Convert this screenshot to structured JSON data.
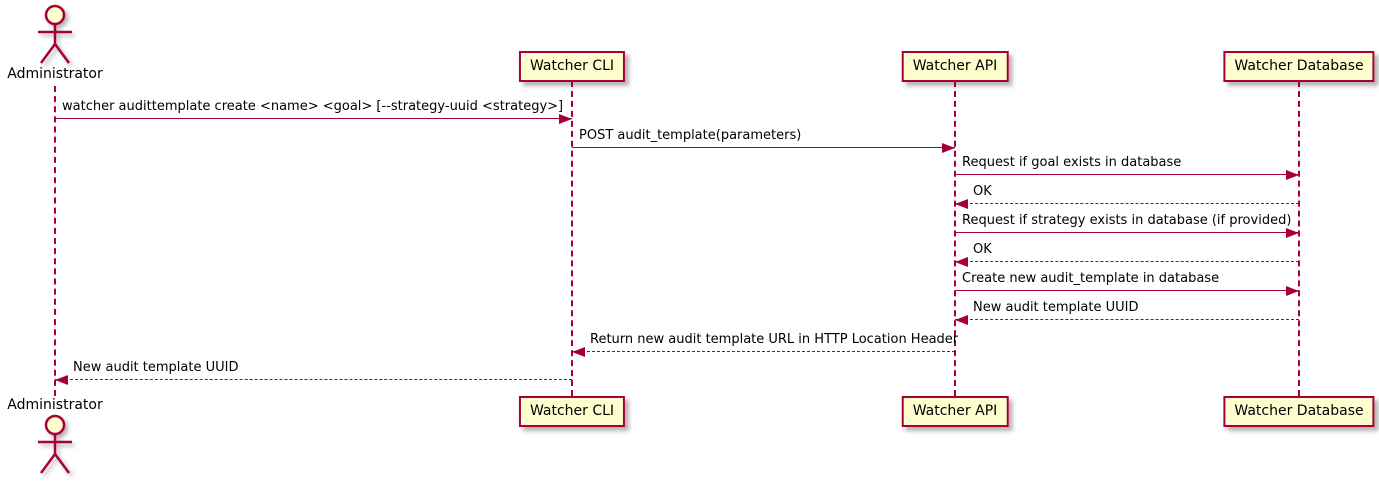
{
  "diagram_type": "uml-sequence",
  "colors": {
    "participant_fill": "#FEFECE",
    "participant_border": "#A80036",
    "line_color": "#A80036",
    "text_color": "#000000",
    "background": "#FFFFFF"
  },
  "actor": {
    "id": "admin",
    "label": "Administrator"
  },
  "participants": [
    {
      "id": "cli",
      "label": "Watcher CLI"
    },
    {
      "id": "api",
      "label": "Watcher API"
    },
    {
      "id": "db",
      "label": "Watcher Database"
    }
  ],
  "messages": [
    {
      "from": "admin",
      "to": "cli",
      "line": "solid",
      "text": "watcher audittemplate create <name> <goal> [--strategy-uuid <strategy>]"
    },
    {
      "from": "cli",
      "to": "api",
      "line": "solid",
      "text": "POST audit_template(parameters)"
    },
    {
      "from": "api",
      "to": "db",
      "line": "solid",
      "text": "Request if goal exists in database"
    },
    {
      "from": "db",
      "to": "api",
      "line": "dashed",
      "text": "OK"
    },
    {
      "from": "api",
      "to": "db",
      "line": "solid",
      "text": "Request if strategy exists in database (if provided)"
    },
    {
      "from": "db",
      "to": "api",
      "line": "dashed",
      "text": "OK"
    },
    {
      "from": "api",
      "to": "db",
      "line": "solid",
      "text": "Create new audit_template in database"
    },
    {
      "from": "db",
      "to": "api",
      "line": "dashed",
      "text": "New audit template UUID"
    },
    {
      "from": "api",
      "to": "cli",
      "line": "dashed",
      "text": "Return new audit template URL in HTTP Location Header"
    },
    {
      "from": "cli",
      "to": "admin",
      "line": "dashed",
      "text": "New audit template UUID"
    }
  ]
}
